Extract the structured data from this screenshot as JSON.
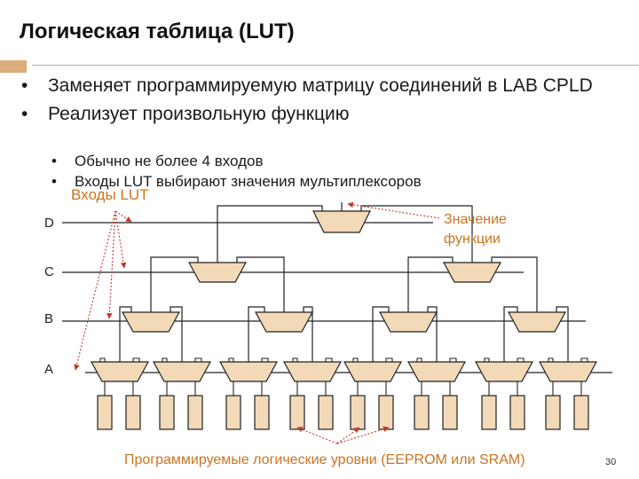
{
  "slide": {
    "title": "Логическая таблица (LUT)",
    "bullets": [
      "Заменяет программируемую матрицу соединений в LAB CPLD",
      "Реализует произвольную функцию"
    ],
    "sub_bullets": [
      "Обычно не более 4 входов",
      "Входы LUT выбирают значения мультиплексоров"
    ],
    "bullet_glyph": "•",
    "page_number": "30"
  },
  "diagram": {
    "signals": [
      "D",
      "C",
      "B",
      "A"
    ],
    "lut_inputs_label": "Входы LUT",
    "output_label": "Значение функции",
    "memory_label": "Программируемые логические уровни (EEPROM или SRAM)",
    "colors": {
      "mux_fill": "#f2d9b8",
      "cell_fill": "#f2d9b8",
      "annotation": "#c8751f",
      "arrow": "#c0392b",
      "accent": "#d9ad7c"
    }
  }
}
